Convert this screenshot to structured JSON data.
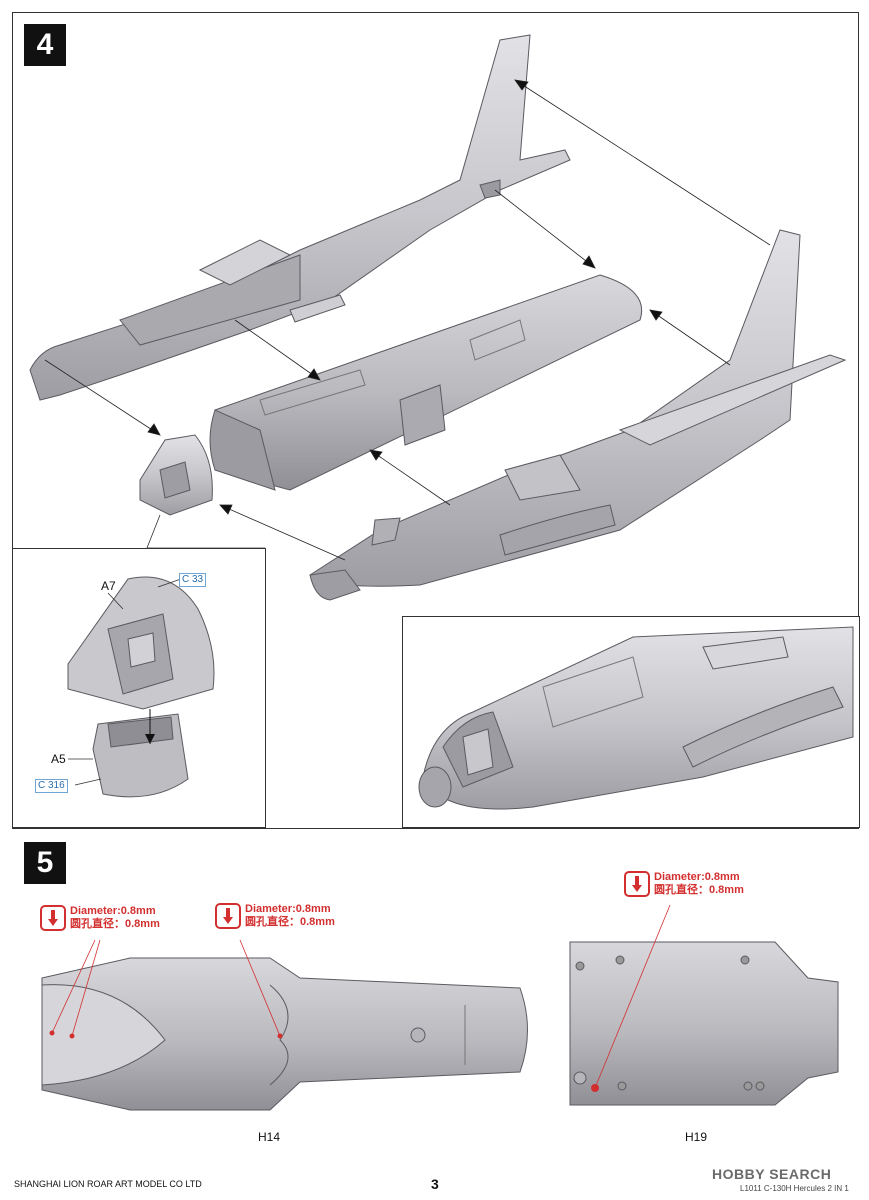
{
  "step4": {
    "number": "4"
  },
  "step5": {
    "number": "5"
  },
  "detail": {
    "part_a7": "A7",
    "part_a5": "A5",
    "ref_c33": "C 33",
    "ref_c316": "C 316"
  },
  "drill": {
    "diameter_en": "Diameter:0.8mm",
    "diameter_cn": "圆孔直径：0.8mm"
  },
  "parts": {
    "h14": "H14",
    "h19": "H19"
  },
  "footer": {
    "company": "SHANGHAI LION ROAR ART MODEL CO LTD",
    "page_number": "3",
    "product": "L1011 C-130H Hercules 2 IN 1"
  },
  "watermark": {
    "text": "HOBBY SEARCH"
  },
  "colors": {
    "part_gray": "#c9c9cd",
    "drill_red": "#d32f2f",
    "ref_blue": "#2a6fb0"
  }
}
